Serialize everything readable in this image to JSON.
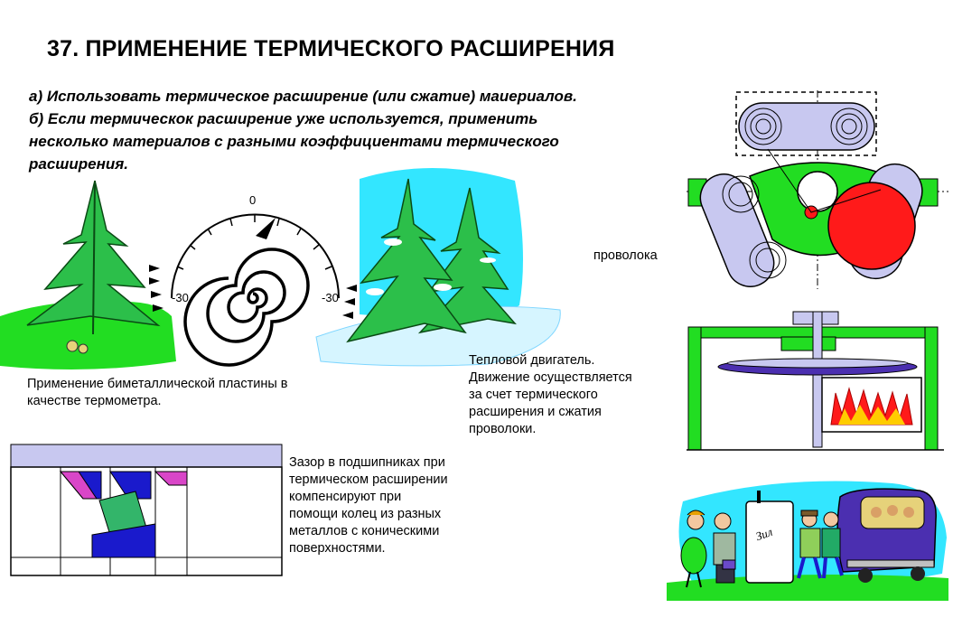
{
  "title": "37. ПРИМЕНЕНИЕ ТЕРМИЧЕСКОГО РАСШИРЕНИЯ",
  "intro": {
    "line_a": "а) Использовать термическое расширение (или сжатие) маиериалов.",
    "line_b1": "б) Если термическок расширение уже используется, применить",
    "line_b2": "несколько материалов с разными коэффициентами термического",
    "line_b3": "расширения."
  },
  "thermometer": {
    "scale_top": "0",
    "scale_left": "30",
    "scale_right": "30",
    "caption_1": "Применение биметаллической пластины в",
    "caption_2": "качестве термометра."
  },
  "engine": {
    "wire_label": "проволока",
    "caption_1": "Тепловой двигатель.",
    "caption_2": "Движение осуществляется",
    "caption_3": "за счет термического",
    "caption_4": "расширения и сжатия",
    "caption_5": "проволоки."
  },
  "bearing": {
    "caption_1": "Зазор в подшипниках при",
    "caption_2": "термическом расширении",
    "caption_3": "компенсируют при",
    "caption_4": "помощи колец из разных",
    "caption_5": "металлов с коническими",
    "caption_6": "поверхностями."
  },
  "bus": {
    "fridge_text": "Зил"
  },
  "colors": {
    "green": "#22dd22",
    "tree_green": "#2cbf4a",
    "cyan_bg": "#33e6ff",
    "red": "#ff1a1a",
    "blue": "#1a1acc",
    "lavender": "#c8c8f0",
    "purple": "#4b2fb0"
  }
}
